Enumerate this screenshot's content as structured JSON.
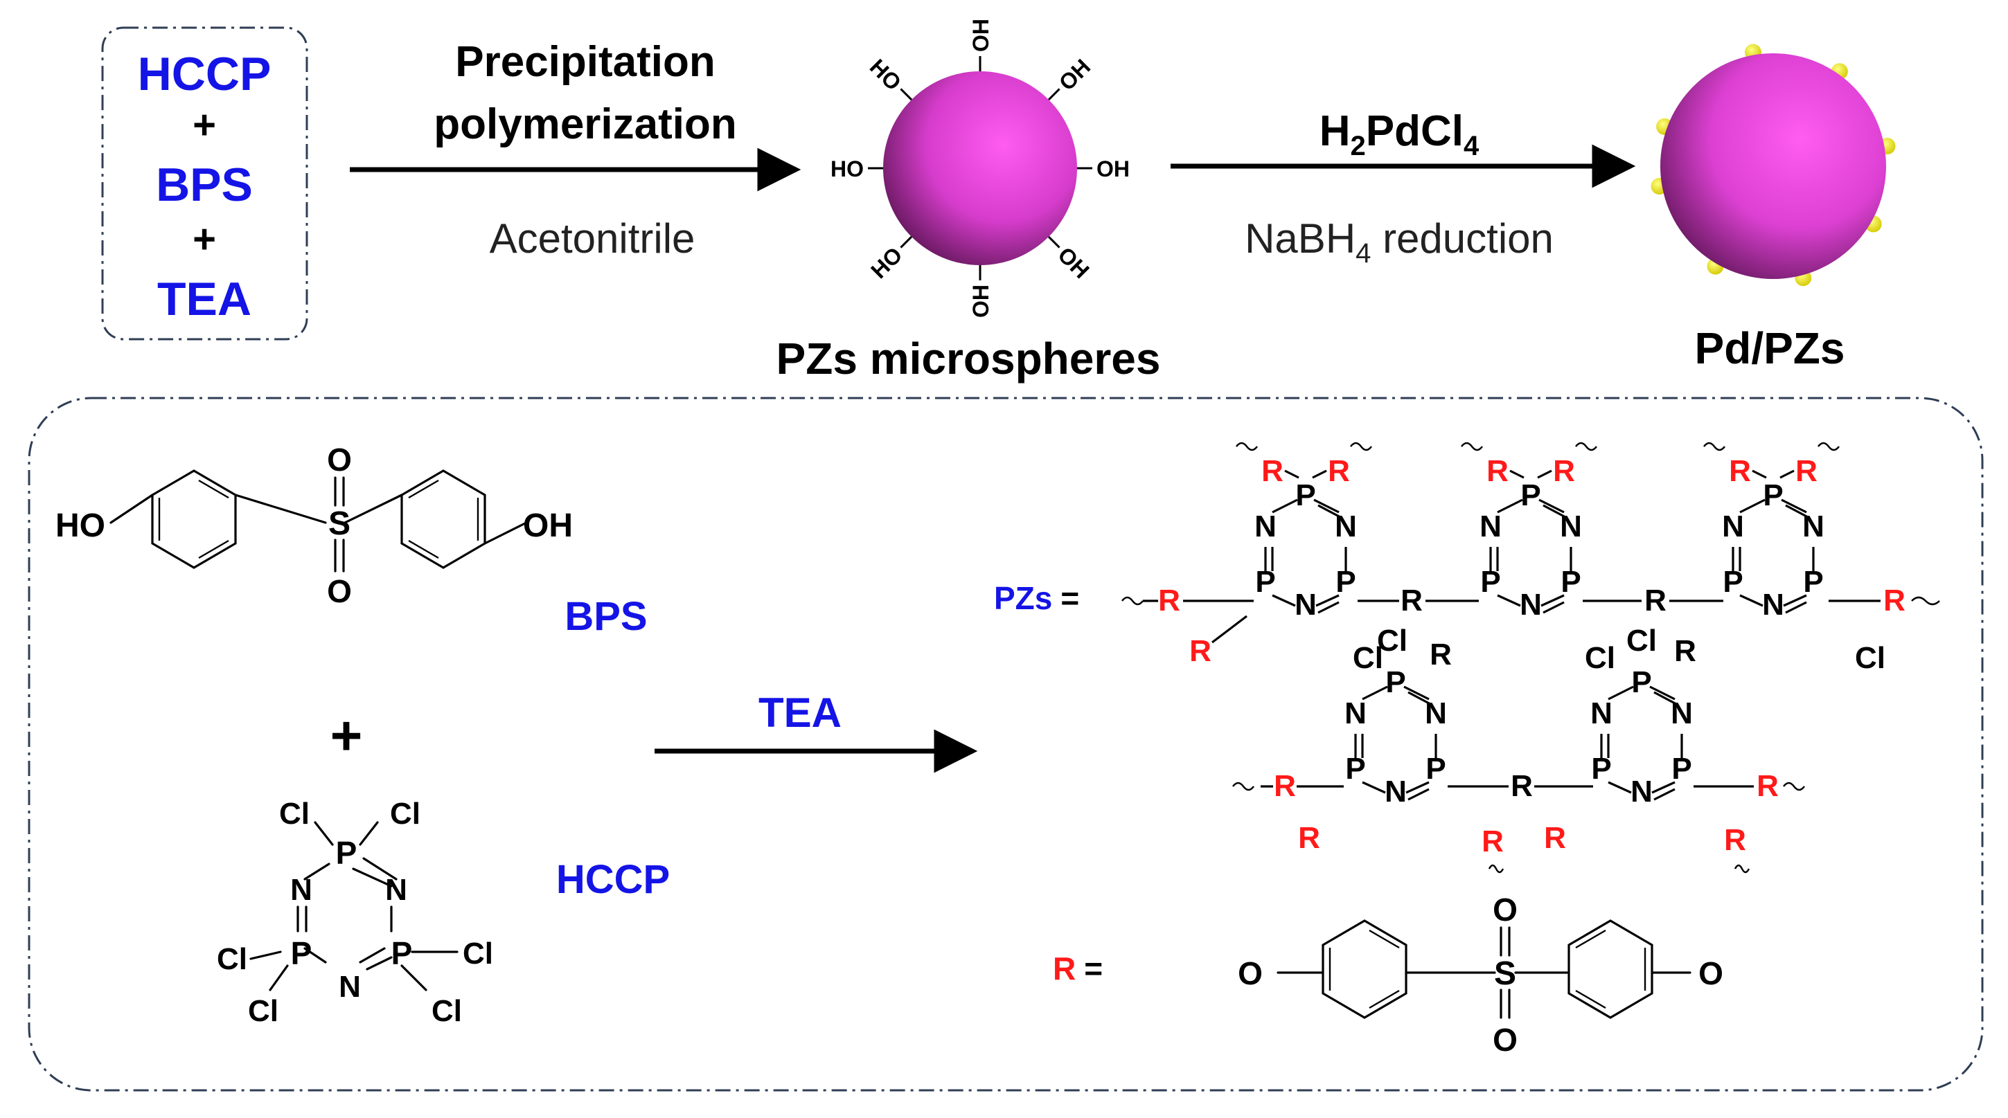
{
  "reagent_box": {
    "items": [
      "HCCP",
      "+",
      "BPS",
      "+",
      "TEA"
    ]
  },
  "step1": {
    "label_line1": "Precipitation",
    "label_line2": "polymerization",
    "solvent": "Acetonitrile"
  },
  "microsphere": {
    "caption": "PZs microspheres",
    "hydroxyl_label": "OH",
    "hydroxyl_label_rev": "HO",
    "color": "#e040d8"
  },
  "step2": {
    "reagent_main": "H",
    "reagent_sub1": "2",
    "reagent_mid": "PdCl",
    "reagent_sub2": "4",
    "reduction_main": "NaBH",
    "reduction_sub": "4",
    "reduction_rest": " reduction"
  },
  "product": {
    "caption": "Pd/PZs",
    "particle_color": "#f2e600"
  },
  "bps": {
    "name": "BPS",
    "ho": "HO",
    "oh": "OH",
    "s": "S",
    "o": "O"
  },
  "plus": "+",
  "hccp": {
    "name": "HCCP",
    "p": "P",
    "n": "N",
    "cl": "Cl"
  },
  "tea_arrow": {
    "label": "TEA"
  },
  "pzs": {
    "label": "PZs",
    "equals": "=",
    "r": "R",
    "p": "P",
    "n": "N",
    "cl": "Cl"
  },
  "r_group": {
    "label": "R",
    "equals": "=",
    "o": "O",
    "s": "S"
  },
  "colors": {
    "blue": "#1414e6",
    "red": "#ff1a1a",
    "frame": "#2f3e55"
  }
}
